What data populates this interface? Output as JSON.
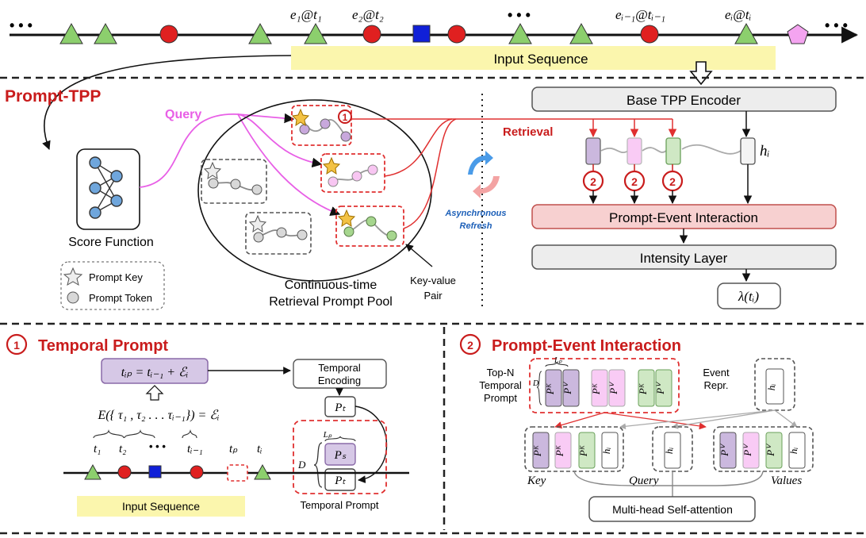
{
  "top": {
    "ellipsis": "• • •",
    "events": [
      "e₁@t₁",
      "e₂@t₂",
      "eᵢ₋₁@tᵢ₋₁",
      "eᵢ@tᵢ"
    ],
    "input_sequence": "Input Sequence"
  },
  "prompt_tpp": {
    "title": "Prompt-TPP",
    "query": "Query",
    "retrieval": "Retrieval",
    "score_function": "Score Function",
    "legend_key": "Prompt Key",
    "legend_token": "Prompt Token",
    "pool_line1": "Continuous-time",
    "pool_line2": "Retrieval Prompt Pool",
    "kv_line1": "Key-value",
    "kv_line2": "Pair",
    "async_line1": "Asynchronous",
    "async_line2": "Refresh",
    "marker1": "1",
    "marker2": "2"
  },
  "encoder": {
    "base": "Base TPP Encoder",
    "interaction": "Prompt-Event Interaction",
    "intensity": "Intensity Layer",
    "lambda": "λ(tᵢ)",
    "hi": "hᵢ"
  },
  "temporal_prompt": {
    "num": "1",
    "title": "Temporal Prompt",
    "formula": "tᵢₚ = tᵢ₋₁ + ℰᵢ",
    "encoding_line1": "Temporal",
    "encoding_line2": "Encoding",
    "pt": "Pₜ",
    "ps": "Pₛ",
    "lp": "Lₚ",
    "d": "D",
    "equation": "E({ τ₁ , τ₂ . . . τᵢ₋₁}) = ℰᵢ",
    "t_labels": [
      "t₁",
      "t₂",
      "• • •",
      "tᵢ₋₁",
      "tₚ",
      "tᵢ"
    ],
    "input_sequence": "Input Sequence",
    "caption": "Temporal Prompt"
  },
  "pei": {
    "num": "2",
    "title": "Prompt-Event Interaction",
    "topn": [
      "Top-N",
      "Temporal",
      "Prompt"
    ],
    "lp": "Lₚ",
    "d": "D",
    "pk": "Pᴷ",
    "pv": "Pⱽ",
    "hi": "hᵢ",
    "event_repr": [
      "Event",
      "Repr."
    ],
    "key": "Key",
    "query": "Query",
    "values": "Values",
    "mhsa": "Multi-head Self-attention"
  },
  "colors": {
    "red": "#c91c1c",
    "magenta": "#e85fe6",
    "purple_fill": "#d6c8e6",
    "pink_fill": "#f9cbf5",
    "green_fill": "#cfe8c4",
    "triangle": "#8ccf6d",
    "circle_red": "#e02020",
    "square_blue": "#1020d8",
    "pentagon": "#f4a4f0",
    "highlight": "#fbf6ad",
    "gray_box": "#ededed",
    "pink_box": "#f7d0d0"
  }
}
